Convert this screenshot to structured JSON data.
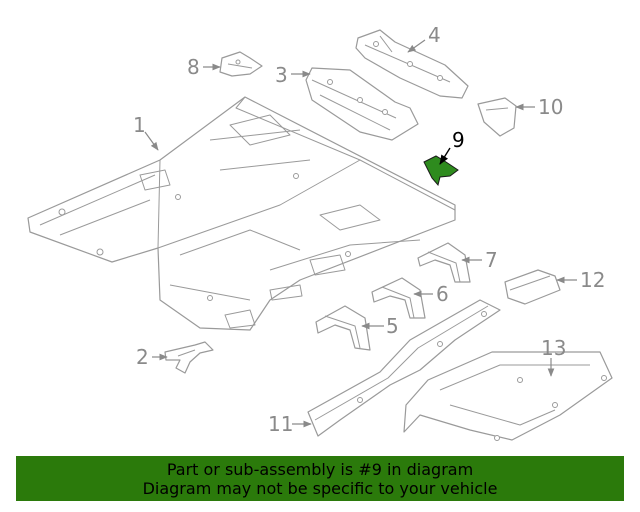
{
  "callouts": {
    "c1": "1",
    "c2": "2",
    "c3": "3",
    "c4": "4",
    "c5": "5",
    "c6": "6",
    "c7": "7",
    "c8": "8",
    "c9": "9",
    "c10": "10",
    "c11": "11",
    "c12": "12",
    "c13": "13"
  },
  "highlighted_part": "9",
  "colors": {
    "highlight": "#2e8b1e",
    "banner": "#2b7a0b",
    "linework": "#9a9a9a"
  },
  "banner": {
    "line1": "Part or sub-assembly is #9 in diagram",
    "line2": "Diagram may not be specific to your vehicle"
  }
}
